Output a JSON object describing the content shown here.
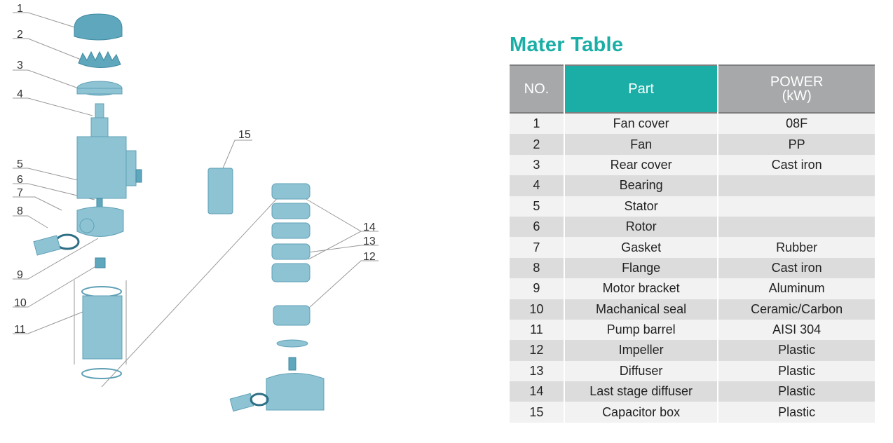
{
  "diagram": {
    "labels": [
      "1",
      "2",
      "3",
      "4",
      "5",
      "6",
      "7",
      "8",
      "9",
      "10",
      "11",
      "12",
      "13",
      "14",
      "15"
    ]
  },
  "table": {
    "title": "Mater Table",
    "headers": {
      "no": "NO.",
      "part": "Part",
      "power_line1": "POWER",
      "power_line2": "(kW)"
    },
    "rows": [
      {
        "no": "1",
        "part": "Fan cover",
        "power": "08F"
      },
      {
        "no": "2",
        "part": "Fan",
        "power": "PP"
      },
      {
        "no": "3",
        "part": "Rear cover",
        "power": "Cast iron"
      },
      {
        "no": "4",
        "part": "Bearing",
        "power": ""
      },
      {
        "no": "5",
        "part": "Stator",
        "power": ""
      },
      {
        "no": "6",
        "part": "Rotor",
        "power": ""
      },
      {
        "no": "7",
        "part": "Gasket",
        "power": "Rubber"
      },
      {
        "no": "8",
        "part": "Flange",
        "power": "Cast iron"
      },
      {
        "no": "9",
        "part": "Motor bracket",
        "power": "Aluminum"
      },
      {
        "no": "10",
        "part": "Machanical seal",
        "power": "Ceramic/Carbon"
      },
      {
        "no": "11",
        "part": "Pump barrel",
        "power": "AISI 304"
      },
      {
        "no": "12",
        "part": "Impeller",
        "power": "Plastic"
      },
      {
        "no": "13",
        "part": "Diffuser",
        "power": "Plastic"
      },
      {
        "no": "14",
        "part": "Last stage diffuser",
        "power": "Plastic"
      },
      {
        "no": "15",
        "part": "Capacitor box",
        "power": "Plastic"
      }
    ]
  }
}
